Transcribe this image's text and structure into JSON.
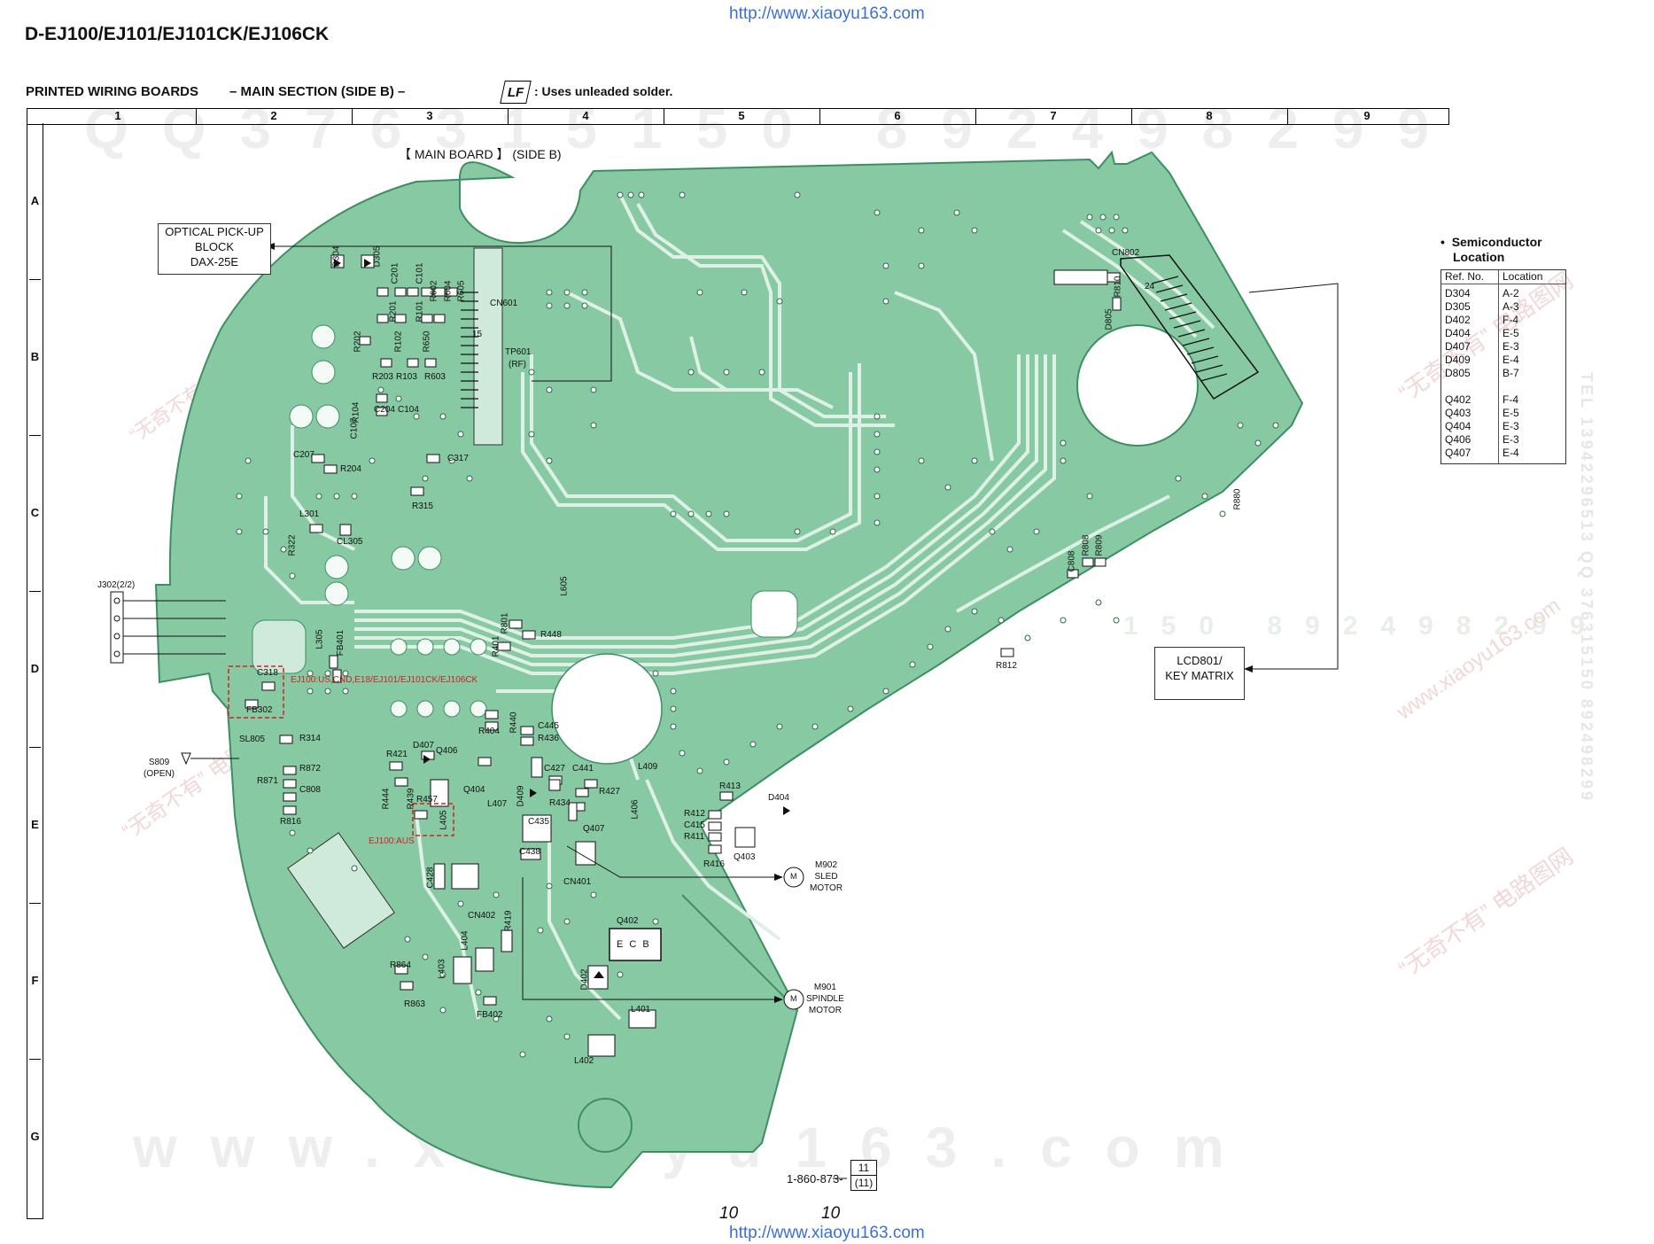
{
  "header": {
    "url_top": "http://www.xiaoyu163.com",
    "model": "D-EJ100/EJ101/EJ101CK/EJ106CK",
    "section_title": "PRINTED WIRING BOARDS",
    "section_sub": "– MAIN SECTION (SIDE B) –",
    "lf_icon_text": "LF",
    "lf_note": ": Uses unleaded solder."
  },
  "grid": {
    "columns": [
      "1",
      "2",
      "3",
      "4",
      "5",
      "6",
      "7",
      "8",
      "9"
    ],
    "rows": [
      "A",
      "B",
      "C",
      "D",
      "E",
      "F",
      "G"
    ]
  },
  "board": {
    "title": "【 MAIN BOARD 】 (SIDE B)",
    "part_number": "1-860-873-",
    "revision_top": "11",
    "revision_bottom": "(11)",
    "variant_note_1": "EJ100:US,CND,E18/EJ101/EJ101CK/EJ106CK",
    "variant_note_2": "EJ100:AUS"
  },
  "callouts": {
    "optical_line1": "OPTICAL PICK-UP",
    "optical_line2": "BLOCK",
    "optical_line3": "DAX-25E",
    "lcd_line1": "LCD801/",
    "lcd_line2": "KEY MATRIX",
    "j302": "J302(2/2)",
    "s809_line1": "S809",
    "s809_line2": "(OPEN)",
    "m902_line1": "M902",
    "m902_line2": "SLED",
    "m902_line3": "MOTOR",
    "m901_line1": "M901",
    "m901_line2": "SPINDLE",
    "m901_line3": "MOTOR",
    "motor_symbol": "M"
  },
  "semiconductor": {
    "title_line1": "Semiconductor",
    "title_line2": "Location",
    "col_ref": "Ref. No.",
    "col_loc": "Location",
    "rows": [
      {
        "ref": "D304",
        "loc": "A-2"
      },
      {
        "ref": "D305",
        "loc": "A-3"
      },
      {
        "ref": "D402",
        "loc": "F-4"
      },
      {
        "ref": "D404",
        "loc": "E-5"
      },
      {
        "ref": "D407",
        "loc": "E-3"
      },
      {
        "ref": "D409",
        "loc": "E-4"
      },
      {
        "ref": "D805",
        "loc": "B-7"
      },
      {
        "ref": "",
        "loc": ""
      },
      {
        "ref": "Q402",
        "loc": "F-4"
      },
      {
        "ref": "Q403",
        "loc": "E-5"
      },
      {
        "ref": "Q404",
        "loc": "E-3"
      },
      {
        "ref": "Q406",
        "loc": "E-3"
      },
      {
        "ref": "Q407",
        "loc": "E-4"
      }
    ]
  },
  "components": {
    "d304": "D304",
    "d305": "D305",
    "c201": "C201",
    "c101": "C101",
    "r201": "R201",
    "r101": "R101",
    "r602": "R602",
    "r604": "R604",
    "r605": "R605",
    "r202": "R202",
    "r102": "R102",
    "r650": "R650",
    "r203": "R203",
    "r103": "R103",
    "r603": "R603",
    "c204": "C204",
    "c104": "C104",
    "c107": "C107",
    "r104": "R104",
    "c207": "C207",
    "r204": "R204",
    "c317": "C317",
    "r315": "R315",
    "l301": "L301",
    "r322": "R322",
    "cl305": "CL305",
    "cn601": "CN601",
    "tp601": "TP601",
    "rf": "(RF)",
    "n15": "15",
    "cn802": "CN802",
    "r810": "R810",
    "d805": "D805",
    "n24": "24",
    "r880": "R880",
    "c808": "C808",
    "r808": "R808",
    "r809": "R809",
    "r812": "R812",
    "l605": "L605",
    "r801": "R801",
    "r448": "R448",
    "r401": "R401",
    "l305": "L305",
    "fb401": "FB401",
    "c318": "C318",
    "fb302": "FB302",
    "sl805": "SL805",
    "r314": "R314",
    "r872": "R872",
    "r871": "R871",
    "c808b": "C808",
    "r816": "R816",
    "d407": "D407",
    "q406": "Q406",
    "r421": "R421",
    "r404": "R404",
    "r440": "R440",
    "c445": "C445",
    "r436": "R436",
    "q404": "Q404",
    "r439": "R439",
    "r457": "R457",
    "r444": "R444",
    "l405": "L405",
    "l407": "L407",
    "c427": "C427",
    "c441": "C441",
    "r427": "R427",
    "d409": "D409",
    "r434": "R434",
    "c435": "C435",
    "c438": "C438",
    "q407": "Q407",
    "l409": "L409",
    "l406": "L406",
    "r413": "R413",
    "d404": "D404",
    "r412": "R412",
    "c415": "C415",
    "r411": "R411",
    "r416": "R416",
    "q403": "Q403",
    "c428": "C428",
    "cn402": "CN402",
    "cn401": "CN401",
    "r419": "R419",
    "l404": "L404",
    "l403": "L403",
    "q402": "Q402",
    "ecb": "E C B",
    "d402": "D402",
    "l401": "L401",
    "l402": "L402",
    "r864": "R864",
    "r863": "R863",
    "fb402": "FB402"
  },
  "footer": {
    "page_left": "10",
    "page_right": "10",
    "url_bottom": "http://www.xiaoyu163.com"
  },
  "watermarks": {
    "line_top": "QQ376315150 892498299",
    "line_bottom": "www.xiaoyu163.com",
    "cn_stamp": "“无奇不有” 电路图网",
    "cn_url": "www.xiaoyu163.com",
    "side_tel": "TEL 13942296513 QQ 376315150 892498299",
    "mid_digits": "150 892498299"
  },
  "colors": {
    "board_green": "#86c9a2",
    "trace_light": "#dff0e6",
    "copper_edge": "#3d8f62",
    "accent_red": "#d32020",
    "url_blue": "#3b6fd6"
  }
}
